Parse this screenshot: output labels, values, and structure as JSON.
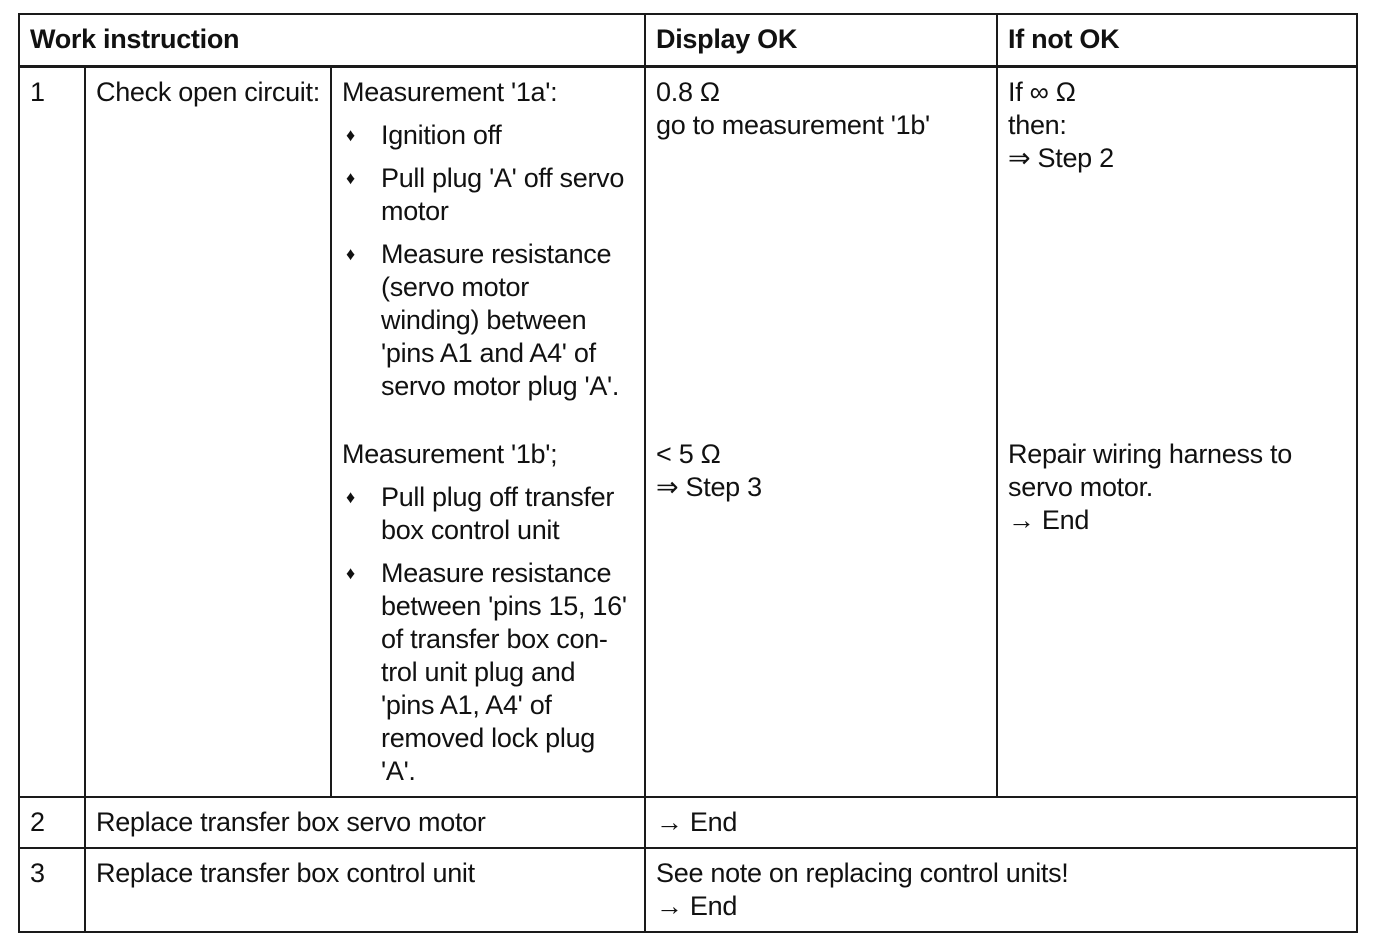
{
  "table": {
    "headers": {
      "work_instruction": "Work instruction",
      "display_ok": "Display OK",
      "if_not_ok": "If not OK"
    },
    "row1": {
      "step": "1",
      "task": "Check open circuit:",
      "measurement_a": {
        "title": "Measurement '1a':",
        "bullets": [
          "Ignition off",
          "Pull plug 'A' off servo motor",
          "Measure resistance (servo motor winding) between 'pins A1 and A4' of servo motor plug 'A'."
        ],
        "display_ok": [
          "0.8 Ω",
          "go to measurement '1b'"
        ],
        "if_not_ok": [
          "If ∞ Ω",
          "then:",
          "⇒ Step 2"
        ]
      },
      "measurement_b": {
        "title": "Measurement '1b';",
        "bullets": [
          "Pull plug off transfer box control unit",
          "Measure resistance between 'pins 15, 16' of transfer box con-trol unit plug and 'pins A1, A4' of removed lock plug 'A'."
        ],
        "display_ok": [
          "< 5 Ω",
          "⇒ Step 3"
        ],
        "if_not_ok": [
          "Repair wiring harness to servo motor.",
          "→ End"
        ]
      }
    },
    "row2": {
      "step": "2",
      "task": "Replace transfer box servo motor",
      "result": "→ End"
    },
    "row3": {
      "step": "3",
      "task": "Replace transfer box control unit",
      "result": [
        "See note on replacing control units!",
        "→ End"
      ]
    },
    "bullet_symbol": "♦"
  }
}
